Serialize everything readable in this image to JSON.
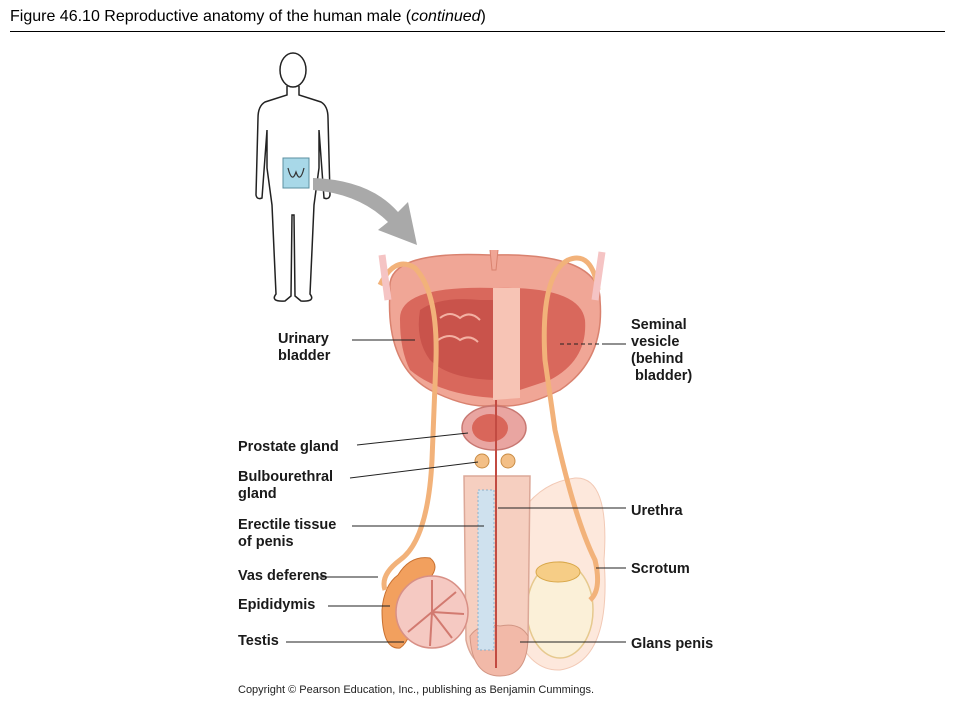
{
  "figure": {
    "number": "Figure 46.10",
    "title": "Reproductive anatomy of the human male",
    "qualifier": "continued"
  },
  "labels": {
    "urinary_bladder": "Urinary\nbladder",
    "prostate_gland": "Prostate gland",
    "bulbourethral_gland": "Bulbourethral\ngland",
    "erectile_tissue": "Erectile tissue\nof penis",
    "vas_deferens": "Vas deferens",
    "epididymis": "Epididymis",
    "testis": "Testis",
    "seminal_vesicle": "Seminal\nvesicle\n(behind\n bladder)",
    "urethra": "Urethra",
    "scrotum": "Scrotum",
    "glans_penis": "Glans penis"
  },
  "copyright": "Copyright © Pearson Education, Inc., publishing as Benjamin Cummings.",
  "colors": {
    "bladder": "#f0a696",
    "bladder_inner": "#d9685c",
    "duct": "#f2b27a",
    "erectile": "#f6cfc0",
    "scrotum": "#fde8dc",
    "highlight_box": "#a8d8e8",
    "arrow": "#a9a9a9"
  }
}
